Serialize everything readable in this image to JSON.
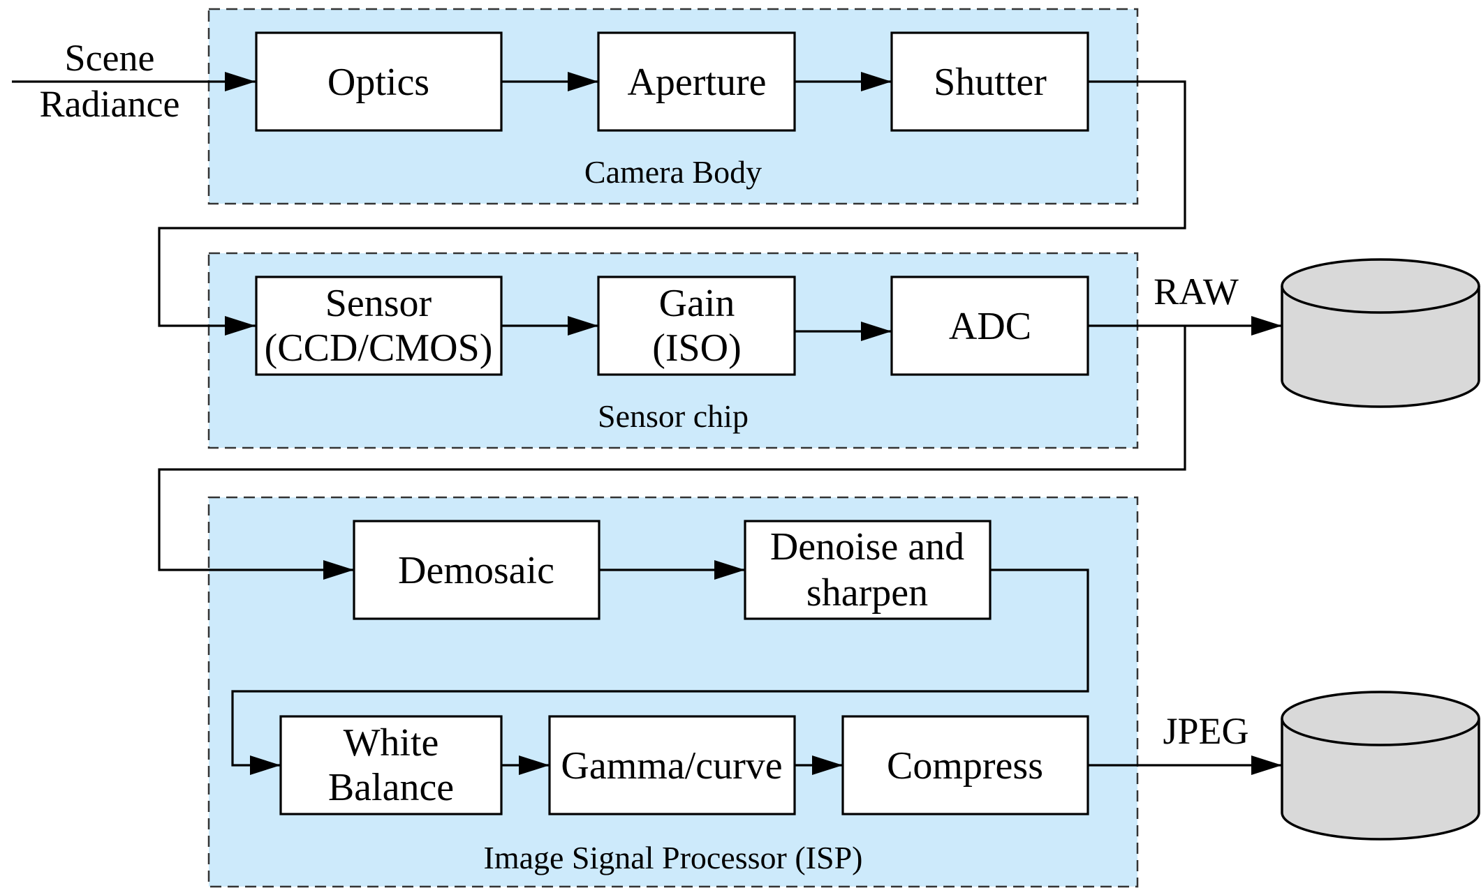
{
  "colors": {
    "group_fill": "#cdeafb",
    "storage_fill": "#d9d9d9"
  },
  "input": {
    "line1": "Scene",
    "line2": "Radiance"
  },
  "groups": {
    "camera_body": {
      "label": "Camera Body",
      "blocks": {
        "optics": [
          "Optics"
        ],
        "aperture": [
          "Aperture"
        ],
        "shutter": [
          "Shutter"
        ]
      }
    },
    "sensor_chip": {
      "label": "Sensor chip",
      "blocks": {
        "sensor": [
          "Sensor",
          "(CCD/CMOS)"
        ],
        "gain": [
          "Gain",
          "(ISO)"
        ],
        "adc": [
          "ADC"
        ]
      }
    },
    "isp": {
      "label": "Image Signal Processor (ISP)",
      "blocks": {
        "demosaic": [
          "Demosaic"
        ],
        "denoise": [
          "Denoise and",
          "sharpen"
        ],
        "white_balance": [
          "White",
          "Balance"
        ],
        "gamma": [
          "Gamma/curve"
        ],
        "compress": [
          "Compress"
        ]
      }
    }
  },
  "outputs": {
    "raw": {
      "label": "RAW",
      "icon": "storage-cylinder-icon"
    },
    "jpeg": {
      "label": "JPEG",
      "icon": "storage-cylinder-icon"
    }
  }
}
